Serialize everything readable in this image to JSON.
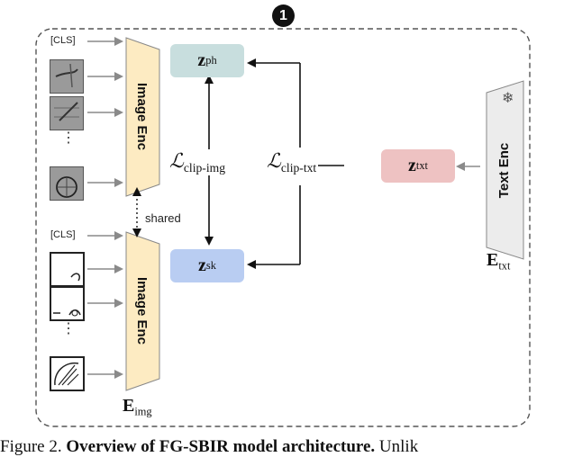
{
  "step_badge": "1",
  "labels": {
    "cls_token": "[CLS]",
    "shared": "shared",
    "image_encoder": "Image Enc",
    "text_encoder": "Text Enc",
    "snowflake_icon": "snowflake-icon"
  },
  "math": {
    "z_ph": {
      "base": "z",
      "sub": "ph"
    },
    "z_sk": {
      "base": "z",
      "sub": "sk"
    },
    "z_txt": {
      "base": "z",
      "sub": "txt"
    },
    "loss_img": {
      "base": "ℒ",
      "sub": "clip-img"
    },
    "loss_txt": {
      "base": "ℒ",
      "sub": "clip-txt"
    },
    "E_img": {
      "base": "E",
      "sub": "img"
    },
    "E_txt": {
      "base": "E",
      "sub": "txt"
    }
  },
  "caption": {
    "prefix": "Figure 2.",
    "bold": "Overview of FG-SBIR model architecture.",
    "rest": " Unlik"
  },
  "colors": {
    "encoder_fill": "#fdebc2",
    "z_ph_fill": "#c8dede",
    "z_sk_fill": "#b9cdf2",
    "z_txt_fill": "#eec2c2",
    "text_encoder_fill": "#ececec",
    "arrow_gray": "#888888"
  }
}
